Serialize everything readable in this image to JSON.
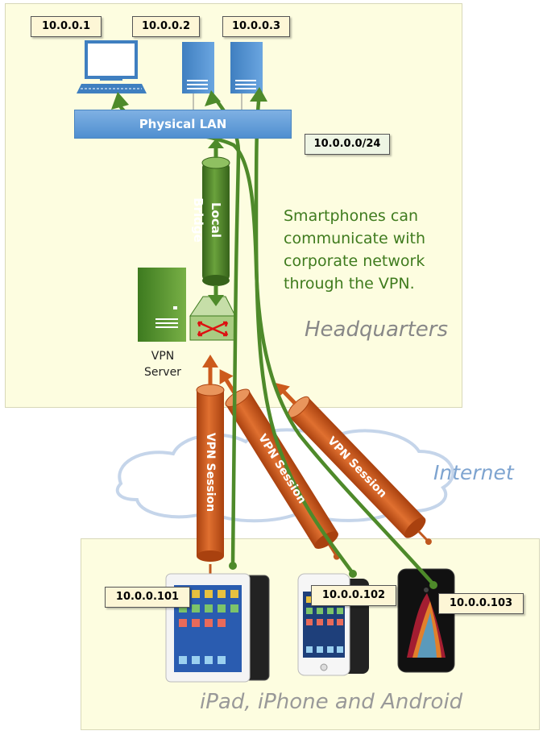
{
  "ips": {
    "pc": "10.0.0.1",
    "server1": "10.0.0.2",
    "server2": "10.0.0.3",
    "subnet": "10.0.0.0/24",
    "ipad": "10.0.0.101",
    "iphone": "10.0.0.102",
    "android": "10.0.0.103"
  },
  "lan_label": "Physical LAN",
  "bridge_label": "Local Bridge",
  "caption": [
    "Smartphones can",
    "communicate with",
    "corporate network",
    "through the VPN."
  ],
  "hq_label": "Headquarters",
  "vpn_server_label": [
    "VPN",
    "Server"
  ],
  "internet_label": "Internet",
  "session_label": "VPN Session",
  "devices_label": "iPad, iPhone and Android",
  "colors": {
    "green_path": "#4e8a2a",
    "orange_pipe": "#cc5a1c",
    "panel": "#fdfde0",
    "lan": "#5b9bd5"
  }
}
